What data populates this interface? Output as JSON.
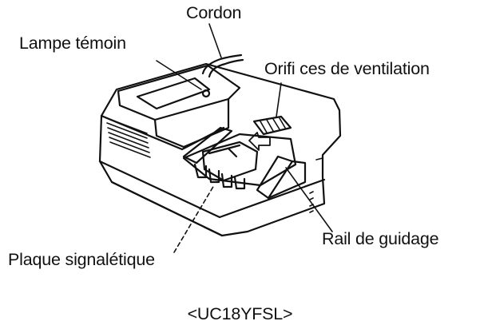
{
  "labels": {
    "cordon": "Cordon",
    "lampe": "Lampe témoin",
    "orifices": "Orifi ces de ventilation",
    "rail": "Rail de guidage",
    "plaque": "Plaque signalétique"
  },
  "model": "<UC18YFSL>",
  "colors": {
    "line": "#111111",
    "background": "#ffffff"
  }
}
